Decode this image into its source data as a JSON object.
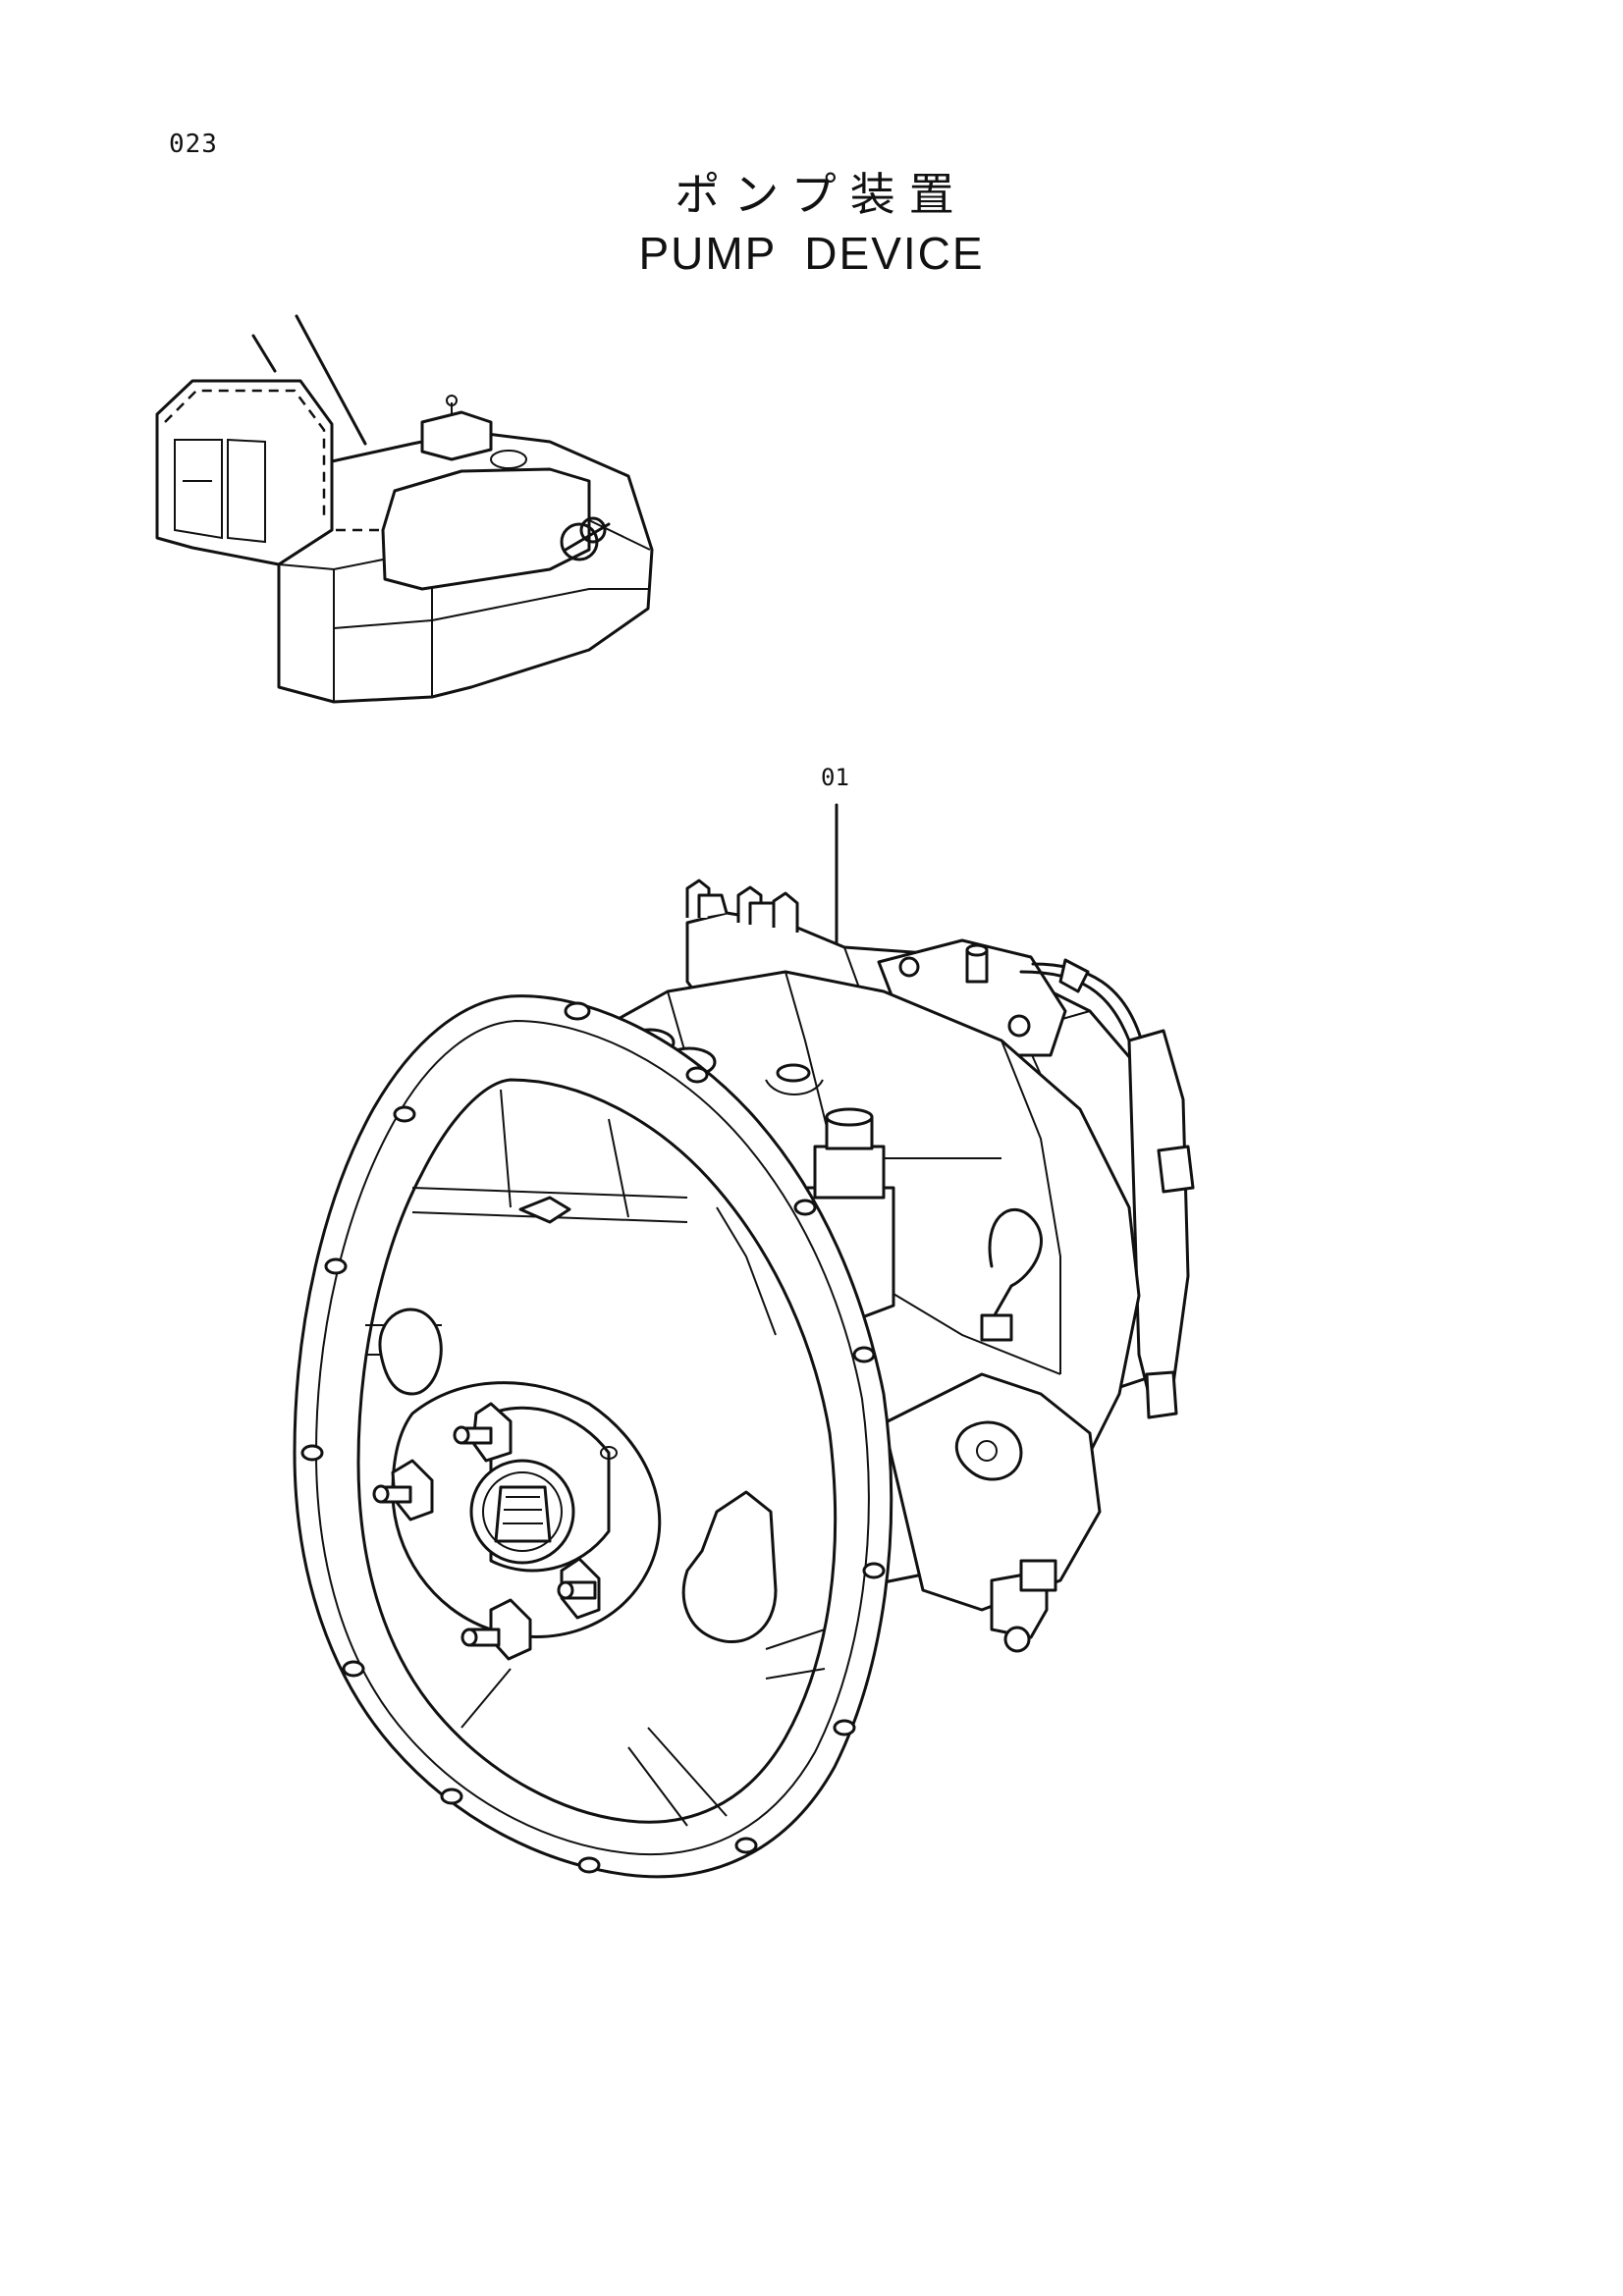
{
  "page": {
    "number": "023",
    "title_jp": "ポンプ装置",
    "title_en": "PUMP DEVICE"
  },
  "callouts": [
    {
      "label": "01"
    }
  ],
  "icons": {
    "locator": "excavator-locator-icon",
    "part": "pump-device-icon"
  }
}
